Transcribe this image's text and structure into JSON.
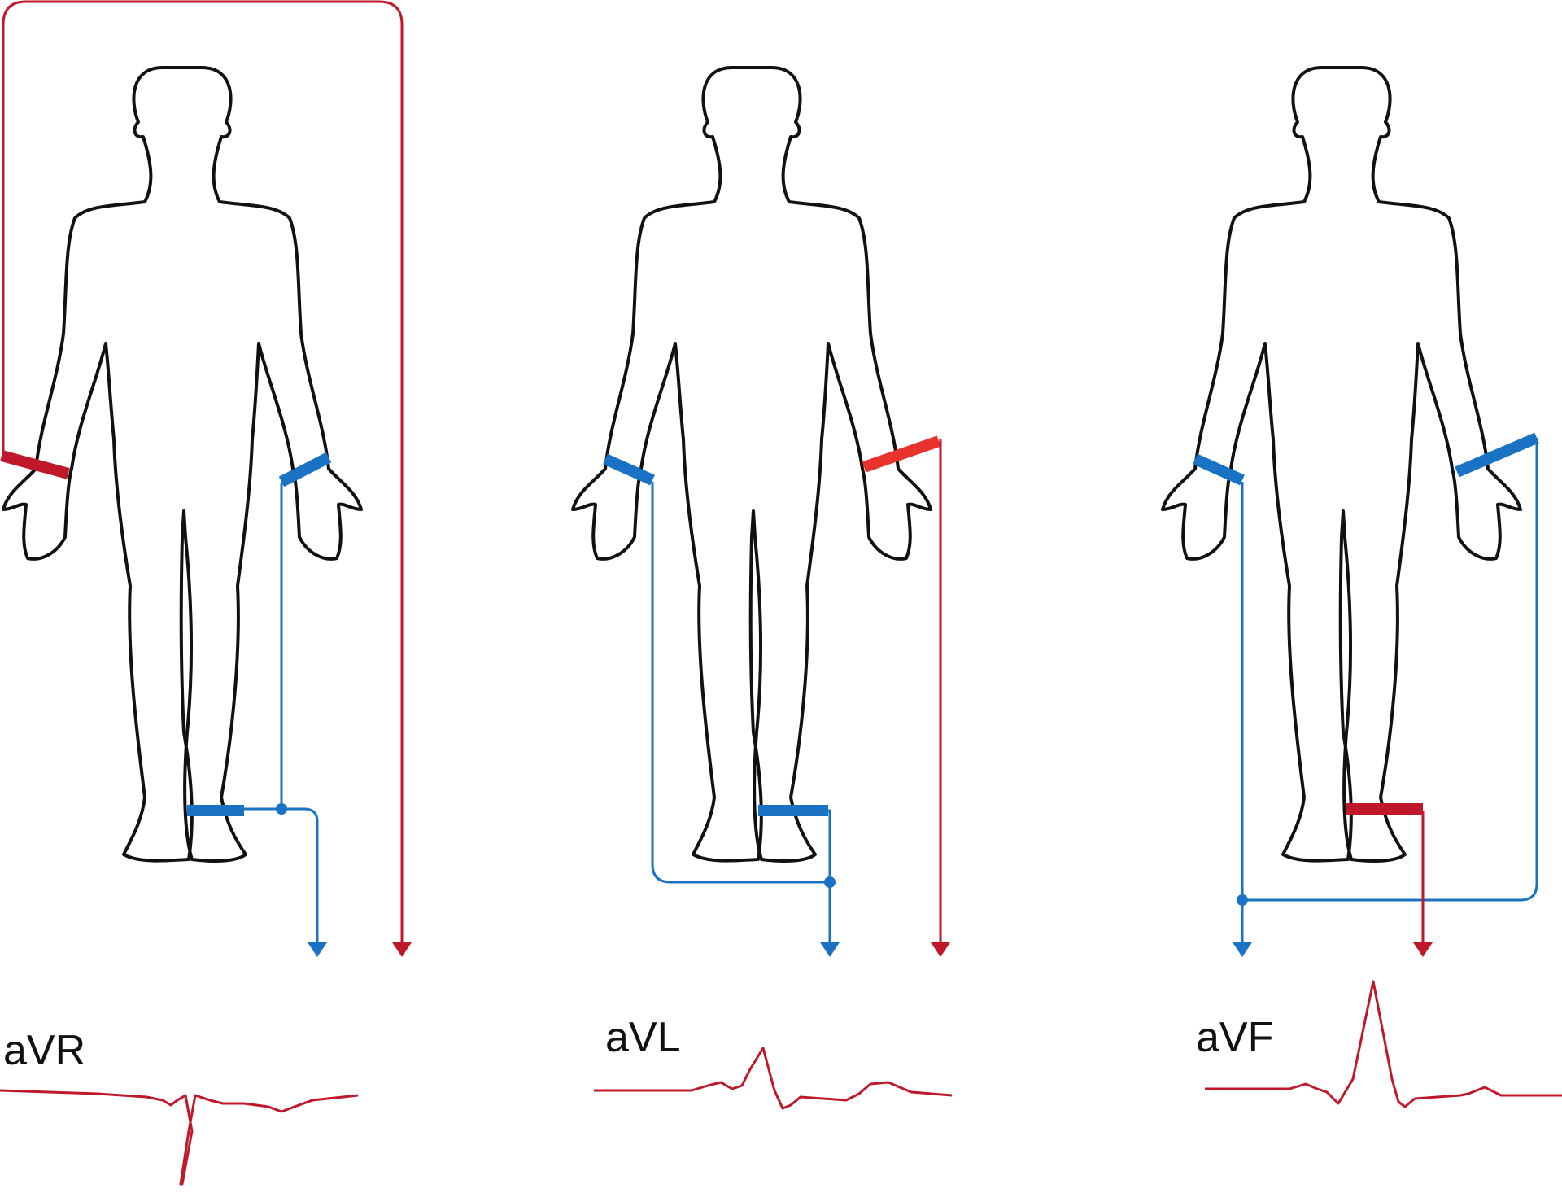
{
  "colors": {
    "outline": "#111111",
    "exploring": "#c0182b",
    "exploring_bright": "#e8332c",
    "reference": "#1a72c4"
  },
  "panels": [
    {
      "id": "avr",
      "label": "aVR"
    },
    {
      "id": "avl",
      "label": "aVL"
    },
    {
      "id": "avf",
      "label": "aVF"
    }
  ]
}
